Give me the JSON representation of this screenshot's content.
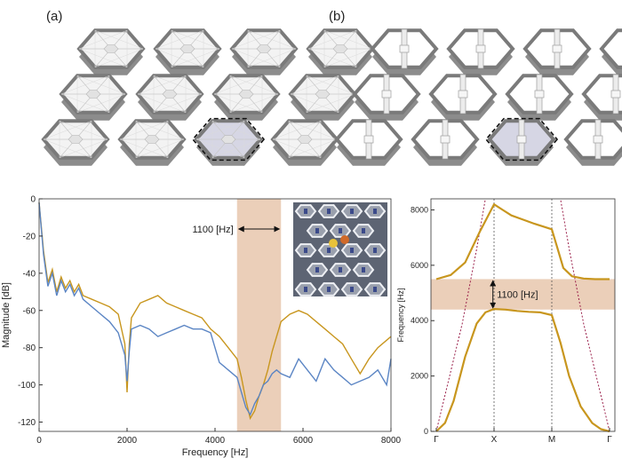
{
  "panels": {
    "a_label": "(a)",
    "b_label": "(b)"
  },
  "colors": {
    "gold": "#c8961e",
    "blue": "#5b85c4",
    "band": "#e8c7ad",
    "dashed_asymptote": "#9a1f4a",
    "frame": "#7a7a7a",
    "plate": "#f3f3f3",
    "highlight": "#d6d6e4"
  },
  "chart_data": [
    {
      "type": "line",
      "title": "",
      "xlabel": "Frequency [Hz]",
      "ylabel": "Magnitude [dB]",
      "xlim": [
        0,
        8000
      ],
      "ylim": [
        -125,
        0
      ],
      "xticks": [
        0,
        2000,
        4000,
        6000,
        8000
      ],
      "yticks": [
        0,
        -20,
        -40,
        -60,
        -80,
        -100,
        -120
      ],
      "band_gap": [
        4500,
        5500
      ],
      "annotation": "1100 [Hz]",
      "grid": false,
      "series": [
        {
          "color": "#c8961e",
          "x": [
            0,
            100,
            200,
            300,
            400,
            500,
            600,
            700,
            800,
            900,
            1000,
            1200,
            1400,
            1600,
            1800,
            1950,
            2000,
            2050,
            2100,
            2300,
            2500,
            2700,
            2900,
            3100,
            3300,
            3500,
            3700,
            3900,
            4100,
            4300,
            4500,
            4600,
            4700,
            4800,
            4900,
            5000,
            5100,
            5200,
            5300,
            5400,
            5500,
            5700,
            5900,
            6100,
            6300,
            6500,
            6700,
            6900,
            7100,
            7300,
            7500,
            7700,
            7900,
            8000
          ],
          "y": [
            -2,
            -28,
            -45,
            -38,
            -50,
            -42,
            -48,
            -44,
            -50,
            -46,
            -52,
            -54,
            -56,
            -58,
            -62,
            -78,
            -104,
            -78,
            -64,
            -56,
            -54,
            -52,
            -56,
            -58,
            -60,
            -62,
            -64,
            -70,
            -74,
            -80,
            -86,
            -96,
            -108,
            -118,
            -114,
            -106,
            -100,
            -92,
            -82,
            -74,
            -66,
            -62,
            -60,
            -62,
            -66,
            -70,
            -74,
            -78,
            -86,
            -94,
            -86,
            -80,
            -76,
            -74
          ]
        },
        {
          "color": "#5b85c4",
          "x": [
            0,
            100,
            200,
            300,
            400,
            500,
            600,
            700,
            800,
            900,
            1000,
            1200,
            1400,
            1600,
            1800,
            1950,
            2000,
            2050,
            2100,
            2300,
            2500,
            2700,
            2900,
            3100,
            3300,
            3500,
            3700,
            3900,
            4100,
            4300,
            4500,
            4600,
            4700,
            4800,
            4900,
            5000,
            5100,
            5200,
            5300,
            5400,
            5500,
            5700,
            5900,
            6100,
            6300,
            6500,
            6700,
            6900,
            7100,
            7300,
            7500,
            7700,
            7900,
            8000
          ],
          "y": [
            -2,
            -30,
            -47,
            -40,
            -52,
            -44,
            -50,
            -46,
            -52,
            -48,
            -54,
            -58,
            -62,
            -66,
            -72,
            -84,
            -98,
            -82,
            -70,
            -68,
            -70,
            -74,
            -72,
            -70,
            -68,
            -70,
            -70,
            -72,
            -88,
            -92,
            -96,
            -104,
            -112,
            -116,
            -110,
            -106,
            -100,
            -98,
            -94,
            -92,
            -94,
            -96,
            -86,
            -92,
            -98,
            -86,
            -92,
            -96,
            -100,
            -98,
            -96,
            -92,
            -100,
            -86
          ]
        }
      ]
    },
    {
      "type": "line",
      "title": "",
      "xlabel": "",
      "ylabel": "Frequency [Hz]",
      "ylim": [
        0,
        8400
      ],
      "yticks": [
        0,
        2000,
        4000,
        6000,
        8000
      ],
      "xtick_labels": [
        "Γ",
        "X",
        "M",
        "Γ"
      ],
      "band_gap": [
        4400,
        5500
      ],
      "annotation": "1100 [Hz]",
      "grid": false,
      "series": [
        {
          "color": "#c8961e",
          "x": [
            0,
            0.25,
            0.5,
            0.75,
            1.0,
            1.15,
            1.3,
            1.5,
            1.7,
            1.85,
            2.0,
            2.1,
            2.2,
            2.35,
            2.55,
            2.75,
            3.0
          ],
          "y": [
            5500,
            5650,
            6100,
            7200,
            8200,
            8000,
            7800,
            7650,
            7500,
            7400,
            7300,
            6600,
            5900,
            5600,
            5520,
            5500,
            5500
          ]
        },
        {
          "color": "#c8961e",
          "x": [
            0,
            0.15,
            0.3,
            0.5,
            0.7,
            0.85,
            1.0,
            1.2,
            1.4,
            1.6,
            1.8,
            2.0,
            2.15,
            2.3,
            2.5,
            2.7,
            2.85,
            3.0
          ],
          "y": [
            0,
            300,
            1100,
            2700,
            3900,
            4300,
            4420,
            4400,
            4350,
            4320,
            4300,
            4200,
            3200,
            2000,
            900,
            300,
            80,
            0
          ]
        }
      ]
    }
  ]
}
